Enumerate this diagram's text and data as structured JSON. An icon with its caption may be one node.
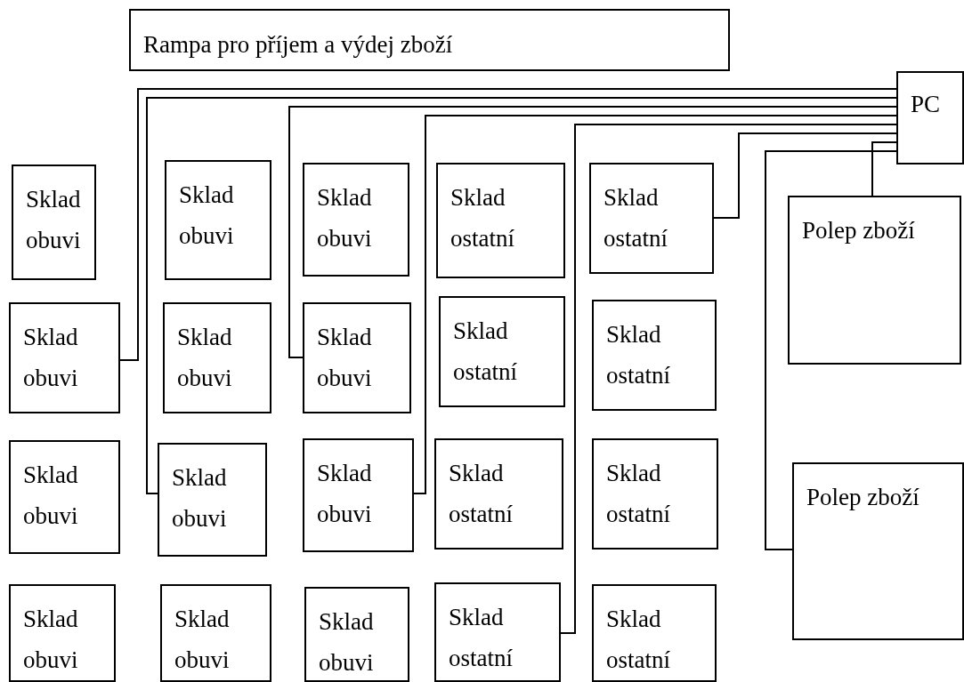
{
  "diagram": {
    "nodes": [
      {
        "text": [
          "Rampa pro příjem a výdej zboží"
        ]
      },
      {
        "text": [
          "PC"
        ]
      },
      {
        "text": [
          "Sklad obuvi"
        ]
      },
      {
        "text": [
          "Sklad obuvi"
        ]
      },
      {
        "text": [
          "Sklad obuvi"
        ]
      },
      {
        "text": [
          "Sklad ostatní"
        ]
      },
      {
        "text": [
          "Sklad ostatní"
        ]
      },
      {
        "text": [
          "Polep zboží"
        ]
      },
      {
        "text": [
          "Sklad obuvi"
        ]
      },
      {
        "text": [
          "Sklad obuvi"
        ]
      },
      {
        "text": [
          "Sklad obuvi"
        ]
      },
      {
        "text": [
          "Sklad ostatní"
        ]
      },
      {
        "text": [
          "Sklad ostatní"
        ]
      },
      {
        "text": [
          "Sklad obuvi"
        ]
      },
      {
        "text": [
          "Sklad obuvi"
        ]
      },
      {
        "text": [
          "Sklad obuvi"
        ]
      },
      {
        "text": [
          "Sklad ostatní"
        ]
      },
      {
        "text": [
          "Sklad ostatní"
        ]
      },
      {
        "text": [
          "Polep zboží"
        ]
      },
      {
        "text": [
          "Sklad obuvi"
        ]
      },
      {
        "text": [
          "Sklad obuvi"
        ]
      },
      {
        "text": [
          "Sklad obuvi"
        ]
      },
      {
        "text": [
          "Sklad ostatní"
        ]
      },
      {
        "text": [
          "Sklad ostatní"
        ]
      }
    ],
    "edges": [
      {
        "from": 1,
        "to": 8,
        "arrow": "none"
      },
      {
        "from": 1,
        "to": 14,
        "arrow": "none"
      },
      {
        "from": 1,
        "to": 10,
        "arrow": "none"
      },
      {
        "from": 1,
        "to": 15,
        "arrow": "none"
      },
      {
        "from": 1,
        "to": 22,
        "arrow": "none"
      },
      {
        "from": 1,
        "to": 6,
        "arrow": "none"
      },
      {
        "from": 1,
        "to": 7,
        "arrow": "none"
      },
      {
        "from": 1,
        "to": 18,
        "arrow": "none"
      }
    ]
  }
}
